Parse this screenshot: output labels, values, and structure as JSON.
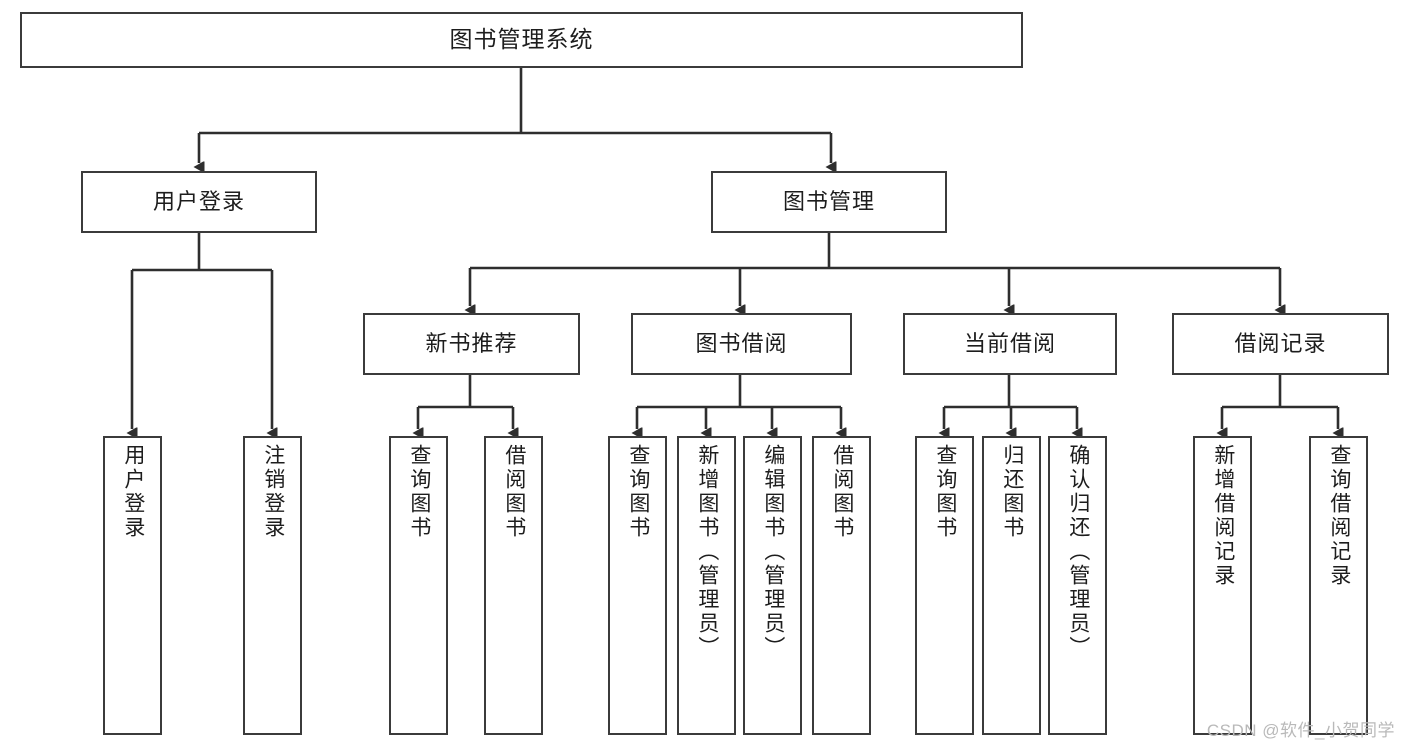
{
  "diagram": {
    "title": "图书管理系统",
    "type": "tree-hierarchy",
    "watermark": "CSDN @软件_小贺同学",
    "colors": {
      "box_border": "#3b3b3b",
      "box_fill": "#ffffff",
      "edge": "#2e2e2e",
      "text": "#1d1d1d",
      "watermark": "#b9b9b9",
      "background": "#ffffff"
    }
  },
  "nodes": {
    "root": {
      "label": "图书管理系统"
    },
    "level2": [
      {
        "id": "user-login",
        "label": "用户登录"
      },
      {
        "id": "book-management",
        "label": "图书管理"
      }
    ],
    "level3": [
      {
        "id": "new-book-recommend",
        "label": "新书推荐"
      },
      {
        "id": "book-borrow",
        "label": "图书借阅"
      },
      {
        "id": "current-borrow",
        "label": "当前借阅"
      },
      {
        "id": "borrow-record",
        "label": "借阅记录"
      }
    ],
    "leaves": {
      "user_login": [
        {
          "id": "leaf-user-login",
          "label": "用户登录"
        },
        {
          "id": "leaf-user-logout",
          "label": "注销登录"
        }
      ],
      "new_book_recommend": [
        {
          "id": "leaf-query-book-1",
          "label": "查询图书"
        },
        {
          "id": "leaf-borrow-book-1",
          "label": "借阅图书"
        }
      ],
      "book_borrow": [
        {
          "id": "leaf-query-book-2",
          "label": "查询图书"
        },
        {
          "id": "leaf-add-book",
          "label": "新增图书（管理员）"
        },
        {
          "id": "leaf-edit-book",
          "label": "编辑图书（管理员）"
        },
        {
          "id": "leaf-borrow-book-2",
          "label": "借阅图书"
        }
      ],
      "current_borrow": [
        {
          "id": "leaf-query-book-3",
          "label": "查询图书"
        },
        {
          "id": "leaf-return-book",
          "label": "归还图书"
        },
        {
          "id": "leaf-confirm-return",
          "label": "确认归还（管理员）"
        }
      ],
      "borrow_record": [
        {
          "id": "leaf-add-record",
          "label": "新增借阅记录"
        },
        {
          "id": "leaf-query-record",
          "label": "查询借阅记录"
        }
      ]
    }
  }
}
